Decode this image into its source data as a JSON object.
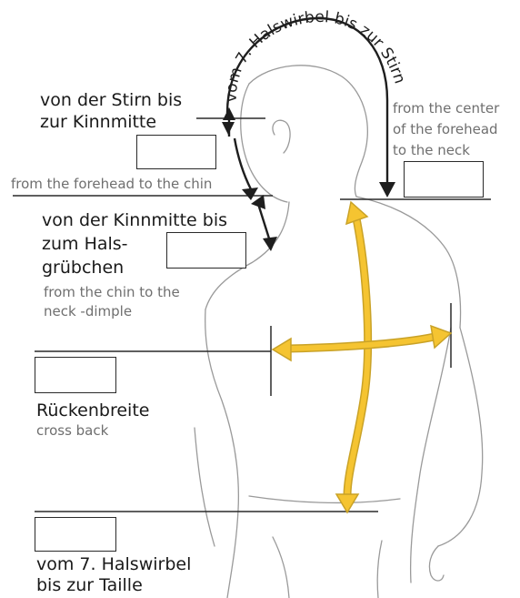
{
  "arc_label": "vom 7. Halswirbel bis zur Stirn",
  "labels": {
    "forehead_chin_de_1": "von der Stirn bis",
    "forehead_chin_de_2": "zur Kinnmitte",
    "forehead_chin_en": "from the forehead to the chin",
    "center_forehead_en_1": "from the center",
    "center_forehead_en_2": "of the forehead",
    "center_forehead_en_3": "to the neck",
    "chin_neck_de_1": "von der Kinnmitte bis",
    "chin_neck_de_2": "zum Hals-",
    "chin_neck_de_3": "grübchen",
    "chin_neck_en_1": "from the chin to the",
    "chin_neck_en_2": "neck -dimple",
    "cross_back_de": "Rückenbreite",
    "cross_back_en": "cross back",
    "waist_de_1": "vom 7. Halswirbel",
    "waist_de_2": "bis zur Taille"
  },
  "colors": {
    "arrow_yellow": "#f5c431",
    "arrow_outline": "#c9a227",
    "line": "#2a2a2a",
    "body_outline": "#9a9a9a"
  }
}
